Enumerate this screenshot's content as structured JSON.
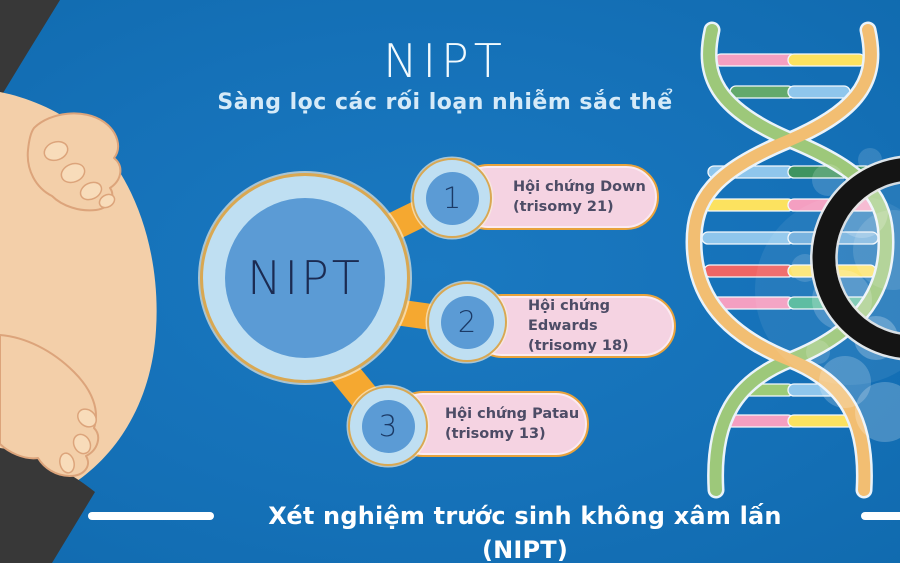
{
  "title": "NIPT",
  "subtitle": "Sàng lọc các rối loạn nhiễm sắc thể",
  "diagram": {
    "center_label": "NIPT",
    "items": [
      {
        "number": "1",
        "name": "Hội chứng Down",
        "detail": "(trisomy 21)"
      },
      {
        "number": "2",
        "name": "Hội chứng Edwards",
        "detail": "(trisomy 18)"
      },
      {
        "number": "3",
        "name": "Hội chứng Patau",
        "detail": "(trisomy 13)"
      }
    ]
  },
  "footer": {
    "caption": "Xét nghiệm trước sinh không xâm lấn (NIPT)"
  },
  "illustrations": {
    "left": "pregnant-woman",
    "right": "dna-helix-with-magnifier"
  },
  "colors": {
    "background": "#1571B8",
    "accent_orange": "#F5A830",
    "gold_border": "#D9A852",
    "pill_pink": "#F5D3E2",
    "circle_light_blue": "#BFDFF2",
    "circle_mid_blue": "#5B9BD5",
    "navy_text": "#1B2B52",
    "pill_text": "#4D4C66",
    "subtitle_color": "#D5EAF8",
    "footer_white": "#FFFFFF"
  }
}
